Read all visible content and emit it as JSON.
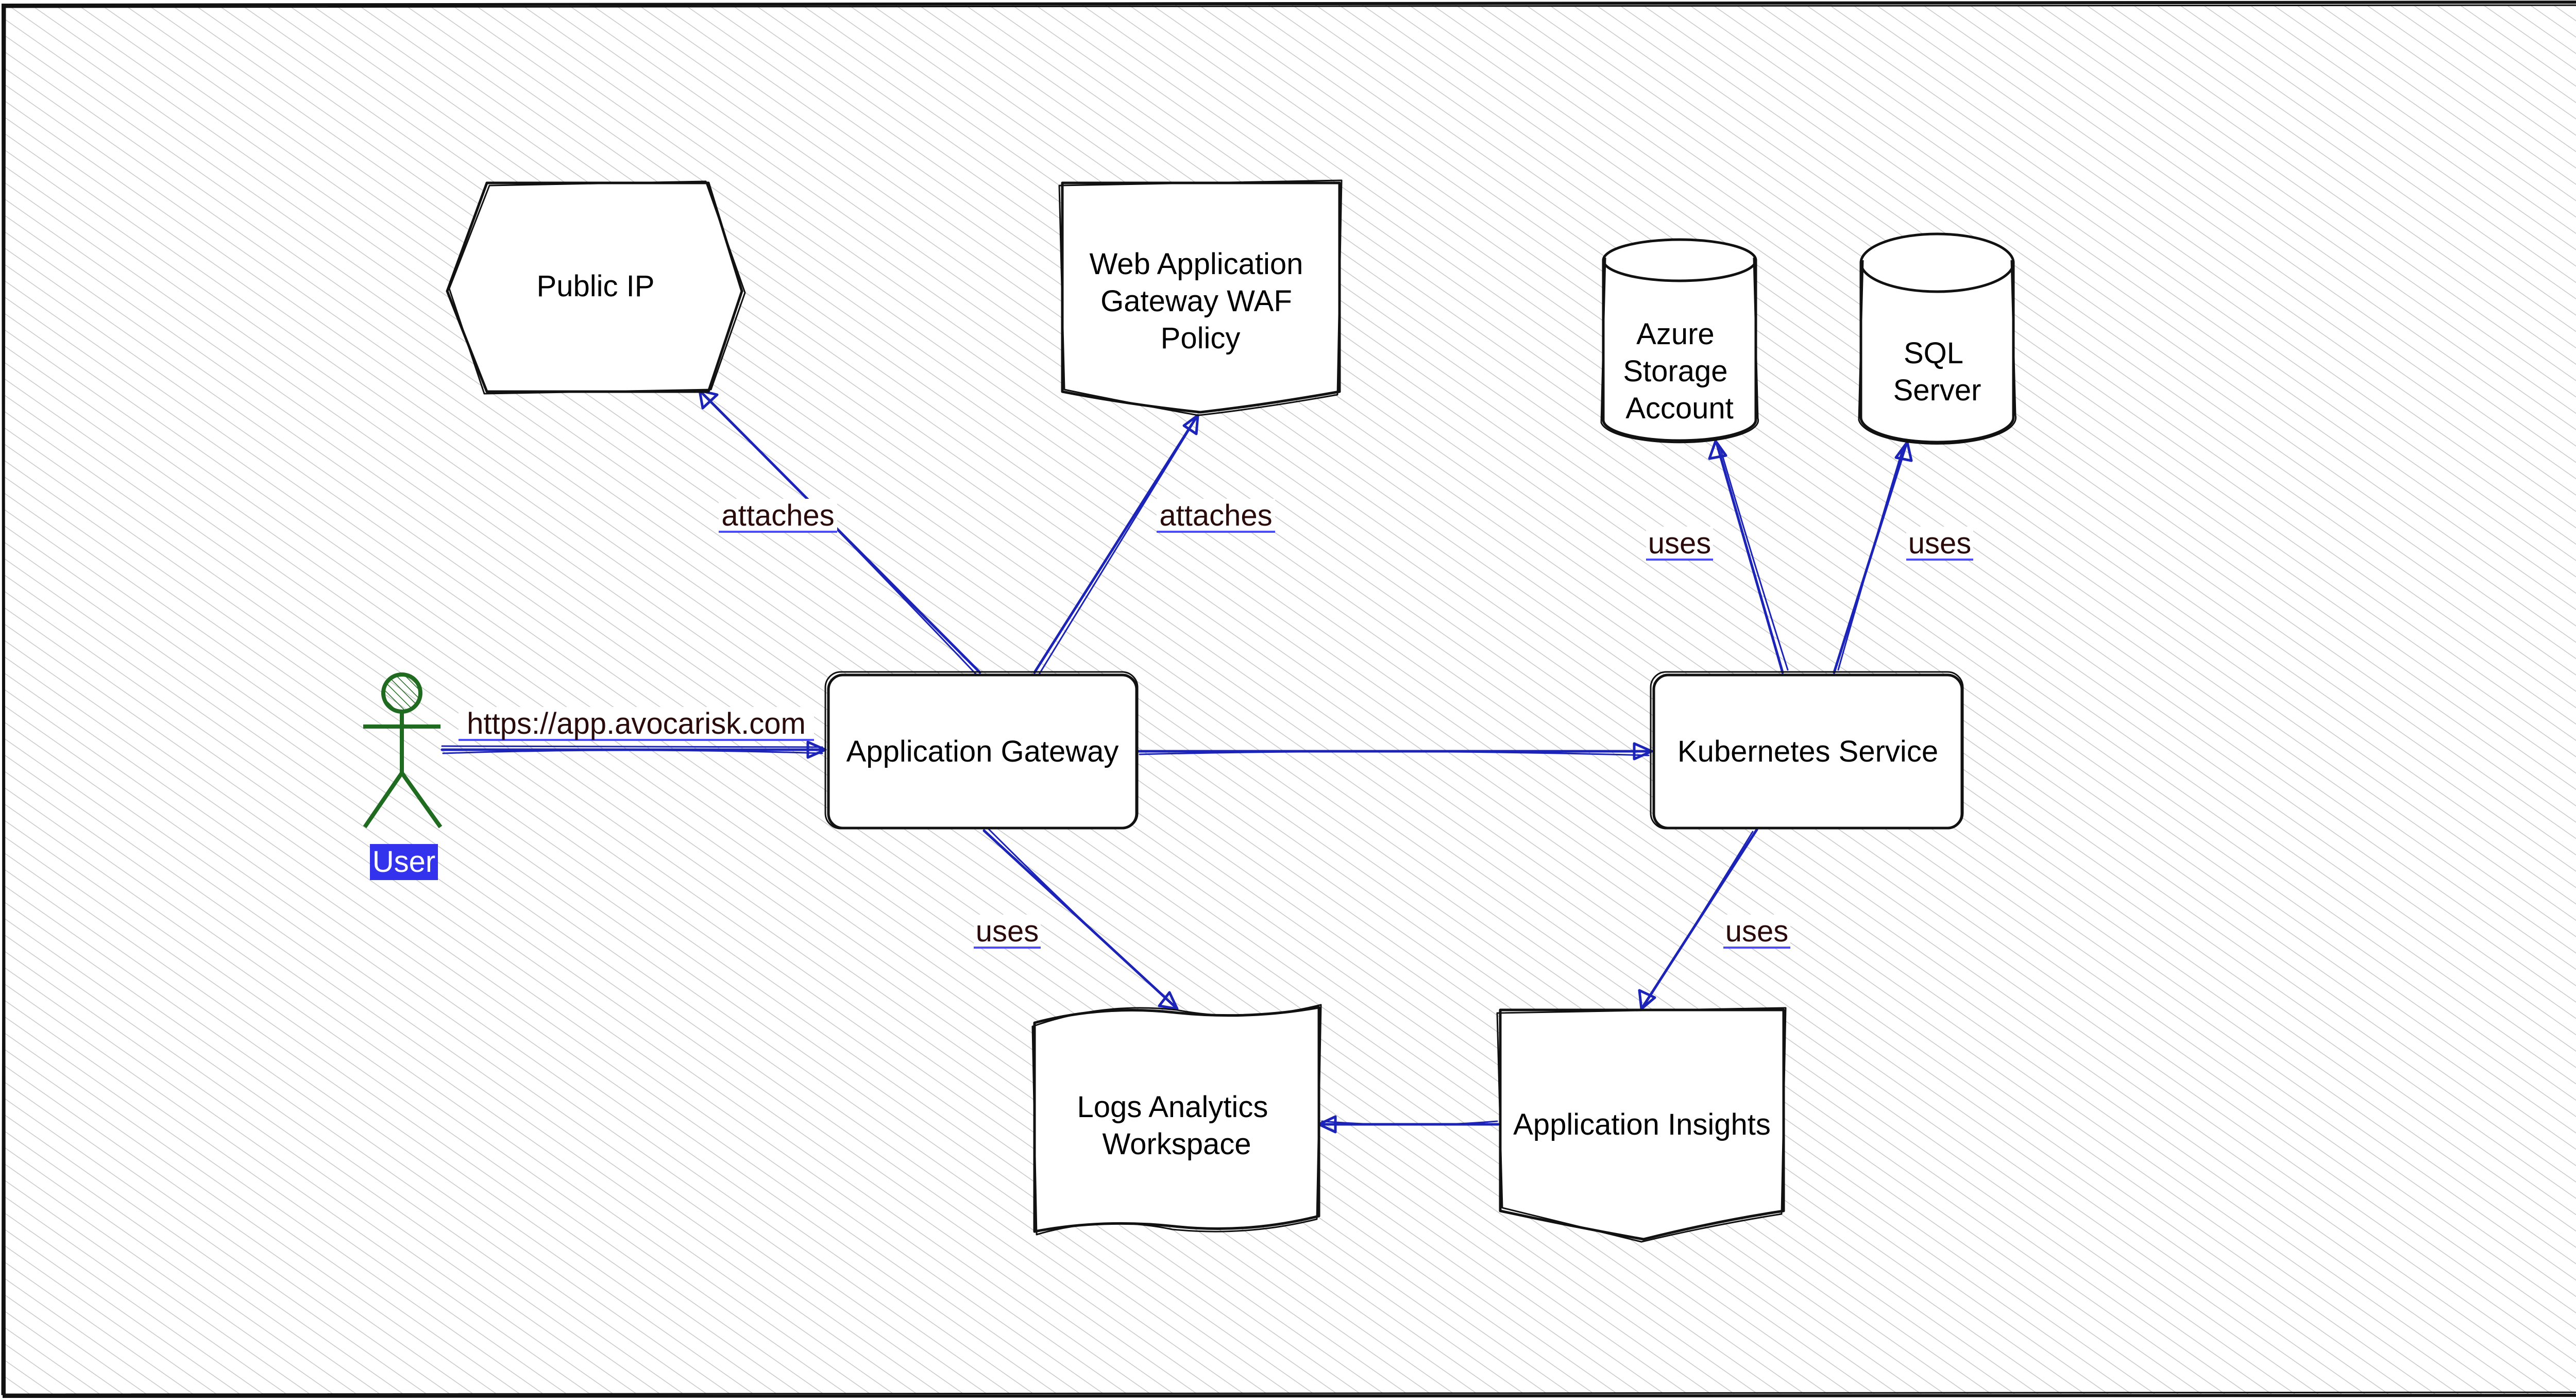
{
  "nodes": {
    "public_ip": {
      "label_lines": [
        "Public IP"
      ]
    },
    "waf_policy": {
      "label_lines": [
        "Web Application",
        "Gateway  WAF",
        "Policy"
      ]
    },
    "storage": {
      "label_lines": [
        "Azure",
        "Storage",
        "Account"
      ]
    },
    "sql": {
      "label_lines": [
        "SQL",
        "Server"
      ]
    },
    "gateway": {
      "label_lines": [
        "Application Gateway"
      ]
    },
    "k8s": {
      "label_lines": [
        "Kubernetes Service"
      ]
    },
    "logs": {
      "label_lines": [
        "Logs Analytics",
        "Workspace"
      ]
    },
    "insights": {
      "label_lines": [
        "Application Insights"
      ]
    },
    "user": {
      "label": "User"
    }
  },
  "edges": {
    "user_to_gateway": {
      "label": "https://app.avocarisk.com"
    },
    "gateway_to_public_ip": {
      "label": "attaches"
    },
    "gateway_to_waf": {
      "label": "attaches"
    },
    "gateway_to_k8s": {
      "label": ""
    },
    "gateway_to_logs": {
      "label": "uses"
    },
    "k8s_to_storage": {
      "label": "uses"
    },
    "k8s_to_sql": {
      "label": "uses"
    },
    "k8s_to_insights": {
      "label": "uses"
    },
    "insights_to_logs": {
      "label": ""
    }
  },
  "colors": {
    "edge": "#1b23b8",
    "user_figure": "#1f6b1f",
    "user_label_bg": "#3333ee",
    "hatch": "#c8c8c8"
  }
}
